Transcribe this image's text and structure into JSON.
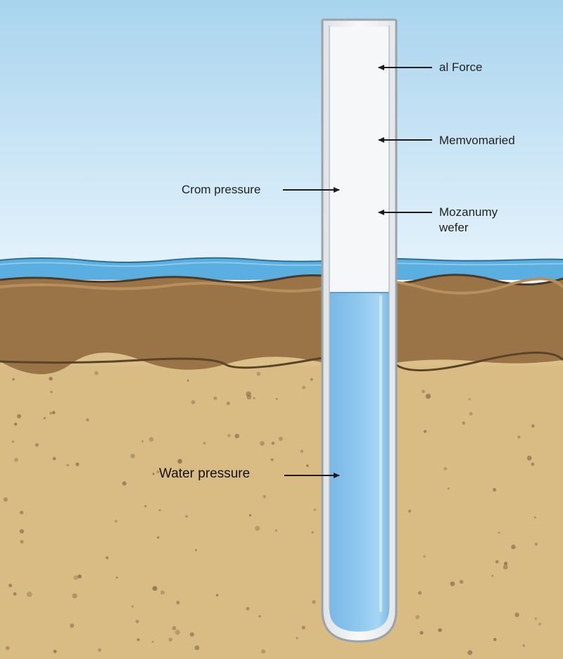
{
  "diagram": {
    "labels": {
      "air_force": "al Force",
      "membrane": "Memvomaried",
      "crown_pressure": "Crom pressure",
      "mozanum_water": "Mozanumy wefer",
      "water_pressure": "Water pressure"
    },
    "colors": {
      "sky_top": "#a9d4ee",
      "sky_bottom": "#e4f2fb",
      "water_surface": "#5aaee0",
      "topsoil": "#9a7447",
      "sand": "#dcc089",
      "tube_water": "#8cc6ee",
      "tube_air": "#f6f7f8",
      "arrow": "#1b1b1b"
    },
    "icons": [
      "arrow-left-icon",
      "arrow-right-icon"
    ]
  }
}
